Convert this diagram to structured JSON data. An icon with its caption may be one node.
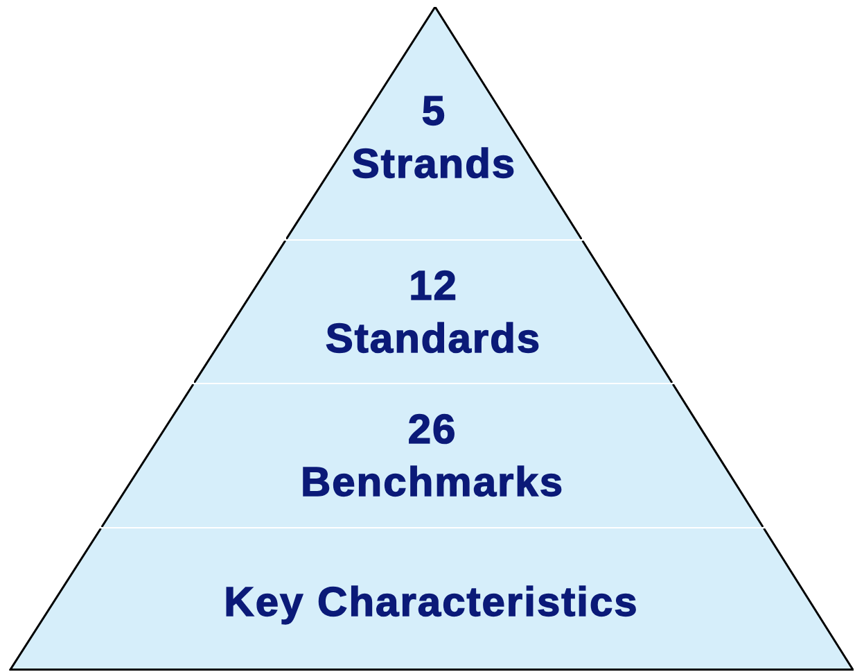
{
  "diagram": {
    "nodes": [
      {
        "text": [
          "5",
          "Strands"
        ]
      },
      {
        "text": [
          "12",
          "Standards"
        ]
      },
      {
        "text": [
          "26",
          "Benchmarks"
        ]
      },
      {
        "text": [
          "Key Characteristics"
        ]
      }
    ]
  }
}
